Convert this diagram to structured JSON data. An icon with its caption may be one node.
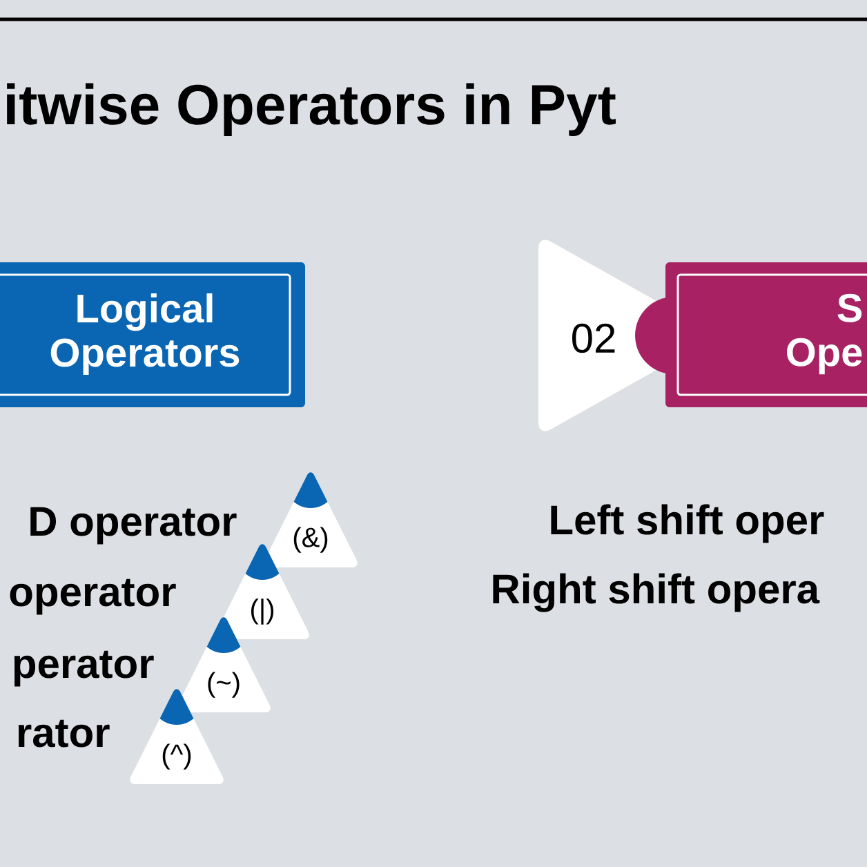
{
  "diagram": {
    "title": "itwise Operators in Pyt",
    "nodes": [
      {
        "text": [
          "Logical Operators"
        ]
      },
      {
        "text": [
          "02"
        ]
      },
      {
        "text": [
          "S Ope"
        ]
      },
      {
        "text": [
          "(&)"
        ]
      },
      {
        "text": [
          "(|)"
        ]
      },
      {
        "text": [
          "(~)"
        ]
      },
      {
        "text": [
          "(^)"
        ]
      }
    ],
    "labels": [
      "D operator",
      "Left shift oper",
      "operator",
      "Right shift opera",
      "perator",
      "rator"
    ]
  }
}
